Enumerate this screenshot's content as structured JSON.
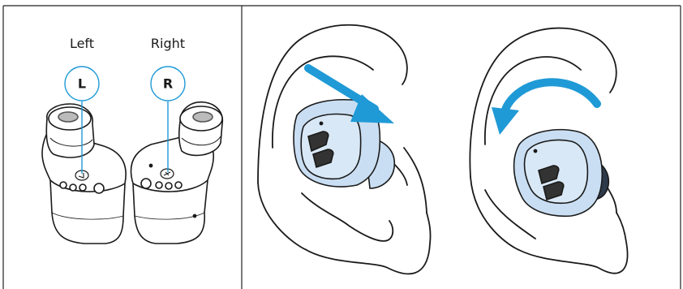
{
  "labels": {
    "left_side": "Left",
    "right_side": "Right",
    "left_badge": "L",
    "right_badge": "R"
  },
  "colors": {
    "accent": "#1f9ad6",
    "earbud_fill": "#c9def2",
    "outline": "#1a1a1a",
    "border": "#222222"
  }
}
